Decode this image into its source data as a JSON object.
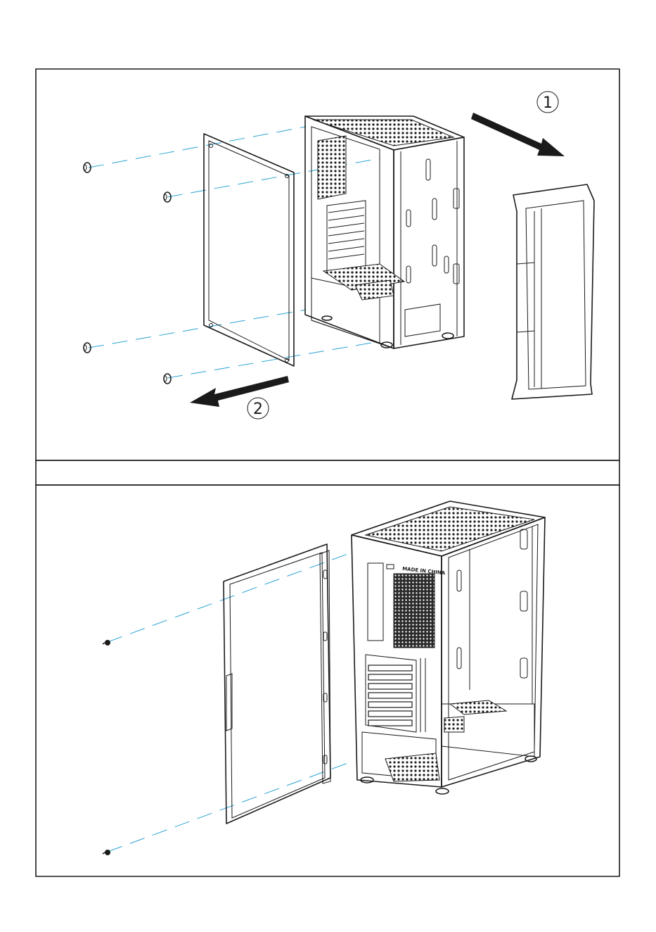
{
  "steps": {
    "step1": {
      "number": "1"
    },
    "step2": {
      "number": "2"
    }
  },
  "case_label": "MADE IN CHINA",
  "colors": {
    "line": "#1a1a1a",
    "guide": "#29a3d4",
    "background": "#ffffff"
  },
  "icons": [
    "arrow-icon",
    "screw-icon",
    "thumbscrew-icon"
  ]
}
